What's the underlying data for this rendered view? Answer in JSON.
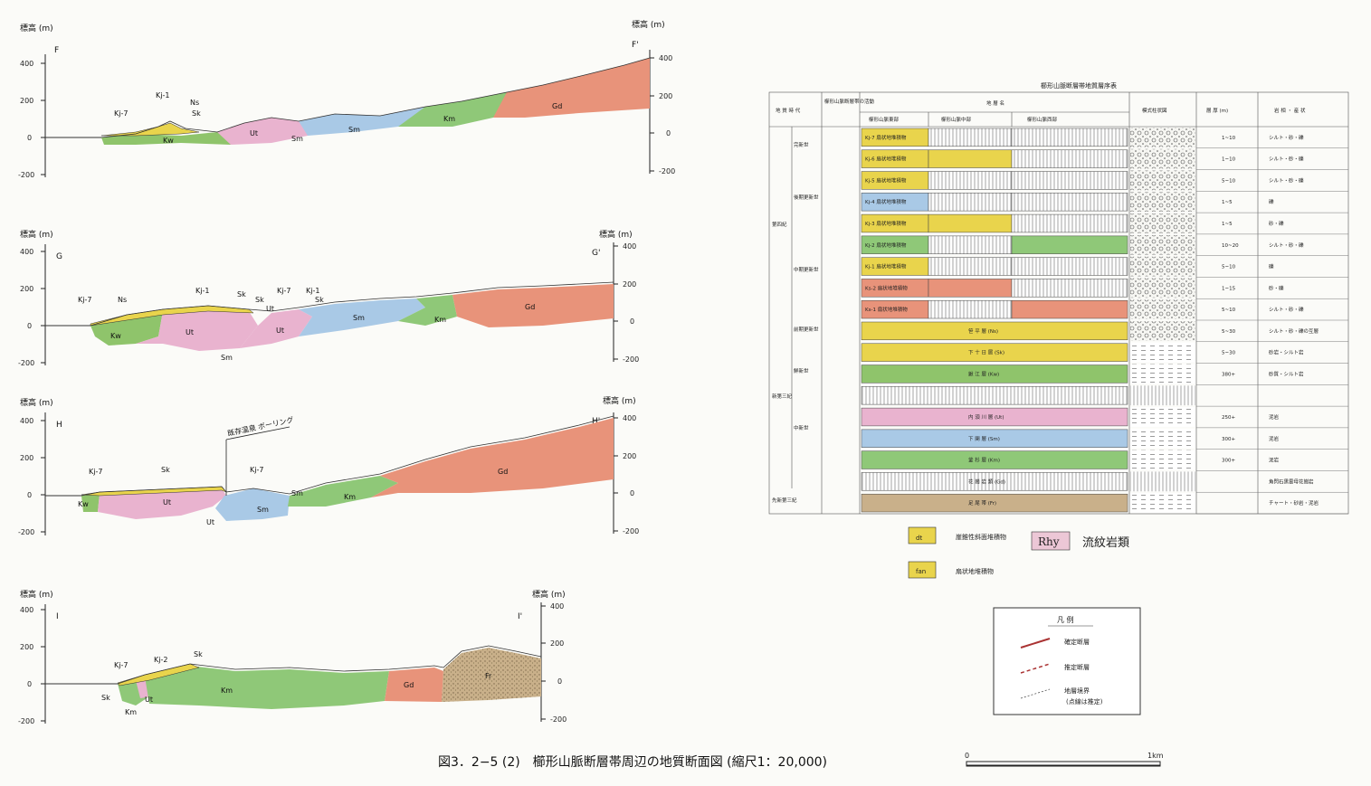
{
  "elevation_unit": "標高 (m)",
  "sections": [
    {
      "left_id": "F",
      "right_id": "F'",
      "left_ticks": [
        "400",
        "200",
        "0",
        "-200"
      ],
      "right_ticks": [
        "400",
        "200",
        "0",
        "-200"
      ],
      "units": [
        "Kj-7",
        "Kj-1",
        "Ns",
        "Sk",
        "Kw",
        "Ut",
        "Sm",
        "Sm",
        "Km",
        "Gd"
      ]
    },
    {
      "left_id": "G",
      "right_id": "G'",
      "left_ticks": [
        "400",
        "200",
        "0",
        "-200"
      ],
      "right_ticks": [
        "400",
        "200",
        "0",
        "-200"
      ],
      "units": [
        "Kj-7",
        "Ns",
        "Kj-1",
        "Sk",
        "Sk",
        "Kj-7",
        "Kj-1",
        "Sk",
        "Ut",
        "Kw",
        "Ut",
        "Ut",
        "Sm",
        "Sm",
        "Km",
        "Gd"
      ]
    },
    {
      "left_id": "H",
      "right_id": "H'",
      "left_ticks": [
        "400",
        "200",
        "0",
        "-200"
      ],
      "right_ticks": [
        "400",
        "200",
        "0",
        "-200"
      ],
      "units": [
        "Kj-7",
        "Sk",
        "Kw",
        "Ut",
        "Kj-7",
        "Ut",
        "Sm",
        "Sm",
        "Km",
        "Gd"
      ],
      "boring_label": "既存温泉 ボーリング"
    },
    {
      "left_id": "I",
      "right_id": "I'",
      "left_ticks": [
        "400",
        "200",
        "0",
        "-200"
      ],
      "right_ticks": [
        "400",
        "200",
        "0",
        "-200"
      ],
      "units": [
        "Kj-7",
        "Kj-2",
        "Sk",
        "Sk",
        "Km",
        "Ut",
        "Km",
        "Gd",
        "Fr"
      ]
    }
  ],
  "strat_table": {
    "title": "櫛形山脈断層帯地質層序表",
    "headers": [
      "地 質 時 代",
      "櫛形山脈断層帯の活動",
      "地 層 名",
      "櫛形山脈東部",
      "櫛形山脈中部",
      "櫛形山脈西部",
      "模式柱状図",
      "層 厚 (m)",
      "岩 相 ・ 産 状"
    ],
    "rows": [
      {
        "label": "Kj-7 扇状地堆積物",
        "thick": "1~10",
        "lith": "シルト・砂・礫"
      },
      {
        "label": "Kj-6 扇状地堆積物",
        "thick": "1~10",
        "lith": "シルト・砂・礫"
      },
      {
        "label": "Kj-5 扇状地堆積物",
        "thick": "5~10",
        "lith": "シルト・砂・礫"
      },
      {
        "label": "Kj-4 扇状地堆積物",
        "thick": "1~5",
        "lith": "礫"
      },
      {
        "label": "Kj-3 扇状地堆積物",
        "thick": "1~5",
        "lith": "砂・礫"
      },
      {
        "label": "Kj-2 扇状地堆積物",
        "thick": "10~20",
        "lith": "シルト・砂・礫"
      },
      {
        "label": "Kj-1 扇状地堆積物",
        "thick": "5~10",
        "lith": "礫"
      },
      {
        "label": "Ks-2 扇状地堆積物",
        "thick": "1~15",
        "lith": "砂・礫"
      },
      {
        "label": "Ks-1 扇状地堆積物",
        "thick": "5~10",
        "lith": "シルト・砂・礫"
      },
      {
        "label": "笹 平 層 (Ns)",
        "thick": "5~30",
        "lith": "シルト・砂・礫の互層"
      },
      {
        "label": "下 十 日 層 (Sk)",
        "thick": "5~30",
        "lith": "砂岩・シルト岩"
      },
      {
        "label": "鍬 江 層 (Kw)",
        "thick": "380+",
        "lith": "砂質・シルト岩"
      },
      {
        "label": "",
        "thick": "",
        "lith": ""
      },
      {
        "label": "内 須 川 層 (Ut)",
        "thick": "250+",
        "lith": "泥岩"
      },
      {
        "label": "下 関 層 (Sm)",
        "thick": "300+",
        "lith": "泥岩"
      },
      {
        "label": "釜 杉 層 (Km)",
        "thick": "300+",
        "lith": "泥岩"
      },
      {
        "label": "花 崗 岩 類 (Gd)",
        "thick": "",
        "lith": "角閃石黒雲母花崗岩"
      },
      {
        "label": "足 尾 帯 (Fr)",
        "thick": "",
        "lith": "チャート・砂岩・泥岩"
      }
    ],
    "era_labels": [
      "完新世",
      "後期更新世",
      "中期更新世",
      "前期更新世",
      "鮮新世",
      "中新世",
      "先新第三紀"
    ],
    "period_labels": [
      "第四紀",
      "新第三紀"
    ]
  },
  "legend_units": [
    {
      "code": "dt",
      "label": "崖錐性斜面堆積物"
    },
    {
      "code": "Rhy",
      "label": "流紋岩類"
    },
    {
      "code": "fan",
      "label": "扇状地堆積物"
    }
  ],
  "key": {
    "title": "凡 例",
    "items": [
      "確定断層",
      "推定断層",
      "地層境界",
      "(点線は推定)"
    ]
  },
  "caption": "図3．2−5 (2)　櫛形山脈断層帯周辺の地質断面図 (縮尺1：20,000)",
  "scale_bar": {
    "start": "0",
    "end": "1km"
  },
  "colors": {
    "fan": "#e9d44c",
    "Kw": "#8fc46b",
    "Ut": "#e9b3cf",
    "Sm": "#a9c9e6",
    "Km": "#8fc878",
    "Gd": "#e8937a",
    "Fr": "#c9b08a",
    "Ns": "#d8c24a"
  }
}
